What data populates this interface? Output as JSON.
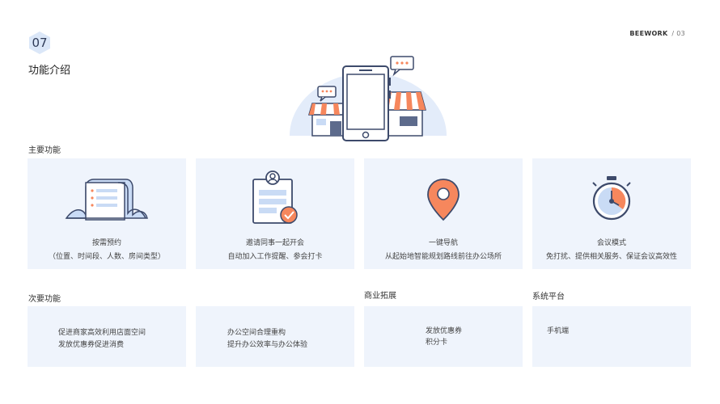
{
  "header": {
    "page_number": "07",
    "brand": "BEEWORK",
    "slide_index": "/ 03",
    "title": "功能介绍"
  },
  "colors": {
    "card_bg": "#eff4fc",
    "accent_orange": "#f6875d",
    "accent_blue": "#c9dbf5",
    "icon_stroke": "#3d4a6b"
  },
  "main_features": {
    "label": "主要功能",
    "cards": [
      {
        "icon": "receipt-icon",
        "line1": "按需预约",
        "line2": "（位置、时间段、人数、房间类型）"
      },
      {
        "icon": "clipboard-check-icon",
        "line1": "邀请同事一起开会",
        "line2": "自动加入工作提醒、参会打卡"
      },
      {
        "icon": "map-pin-icon",
        "line1": "一键导航",
        "line2": "从起始地智能规划路线前往办公场所"
      },
      {
        "icon": "stopwatch-icon",
        "line1": "会议模式",
        "line2": "免打扰、提供相关服务、保证会议高效性"
      }
    ]
  },
  "secondary_features": {
    "label": "次要功能",
    "cards": [
      {
        "line1": "促进商家高效利用店面空间",
        "line2": "发放优惠券促进消费"
      },
      {
        "line1": "办公空间合理重构",
        "line2": "提升办公效率与办公体验"
      }
    ]
  },
  "business_expansion": {
    "label": "商业拓展",
    "line1": "发放优惠券",
    "line2": "积分卡"
  },
  "system_platform": {
    "label": "系统平台",
    "line1": "手机端"
  }
}
